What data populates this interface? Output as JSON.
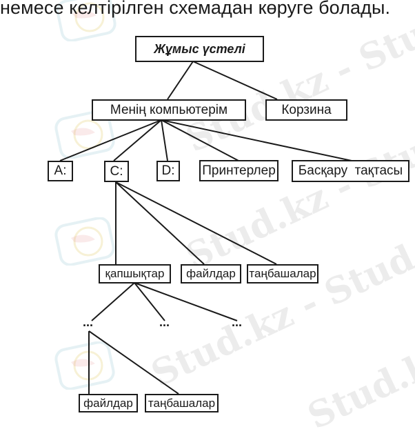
{
  "heading": "немесе келтірілген схемадан көруге болады.",
  "watermark": "Stud.kz",
  "watermark_dash": "Stud.kz - Stud.kz",
  "tree": {
    "root": "Жұмыс үстелі",
    "level1": [
      "Менің компьютерім",
      "Корзина"
    ],
    "level2": [
      "A:",
      "C:",
      "D:",
      "Принтерлер",
      "Басқару  тақтасы"
    ],
    "level3": [
      "қапшықтар",
      "файлдар",
      "таңбашалар"
    ],
    "ellipses": [
      "...",
      "...",
      "..."
    ],
    "level4": [
      "файлдар",
      "таңбашалар"
    ]
  },
  "colors": {
    "line": "#1a1a1a",
    "watermark": "#aaaaaa"
  }
}
